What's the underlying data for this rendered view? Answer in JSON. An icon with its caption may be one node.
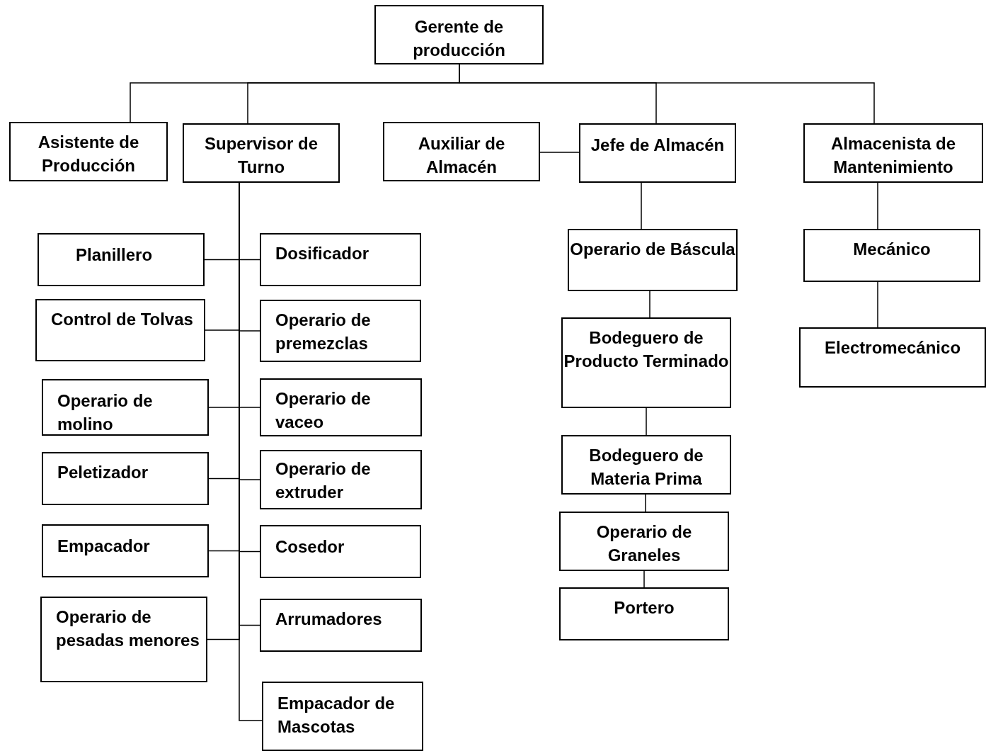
{
  "diagram": {
    "nodes": [
      {
        "text": [
          "Gerente de producción"
        ]
      },
      {
        "text": [
          "Asistente de Producción"
        ]
      },
      {
        "text": [
          "Supervisor de Turno"
        ]
      },
      {
        "text": [
          "Auxiliar de Almacén"
        ]
      },
      {
        "text": [
          "Jefe de Almacén"
        ]
      },
      {
        "text": [
          "Almacenista de Mantenimiento"
        ]
      },
      {
        "text": [
          "Planillero"
        ]
      },
      {
        "text": [
          "Dosificador"
        ]
      },
      {
        "text": [
          "Control de Tolvas"
        ]
      },
      {
        "text": [
          "Operario de premezclas"
        ]
      },
      {
        "text": [
          "Operario de molino"
        ]
      },
      {
        "text": [
          "Operario de vaceo"
        ]
      },
      {
        "text": [
          "Peletizador"
        ]
      },
      {
        "text": [
          "Operario de extruder"
        ]
      },
      {
        "text": [
          "Empacador"
        ]
      },
      {
        "text": [
          "Cosedor"
        ]
      },
      {
        "text": [
          "Operario de pesadas menores"
        ]
      },
      {
        "text": [
          "Arrumadores"
        ]
      },
      {
        "text": [
          "Empacador de Mascotas"
        ]
      },
      {
        "text": [
          "Operario de Báscula"
        ]
      },
      {
        "text": [
          "Bodeguero de Producto Terminado"
        ]
      },
      {
        "text": [
          "Bodeguero de Materia Prima"
        ]
      },
      {
        "text": [
          "Operario de Graneles"
        ]
      },
      {
        "text": [
          "Portero"
        ]
      },
      {
        "text": [
          "Mecánico"
        ]
      },
      {
        "text": [
          "Electromecánico"
        ]
      }
    ],
    "edges": [
      {
        "from": 0,
        "to": 1,
        "arrow": "none"
      },
      {
        "from": 0,
        "to": 2,
        "arrow": "none"
      },
      {
        "from": 0,
        "to": 4,
        "arrow": "none"
      },
      {
        "from": 0,
        "to": 5,
        "arrow": "none"
      },
      {
        "from": 4,
        "to": 3,
        "arrow": "none"
      },
      {
        "from": 2,
        "to": 6,
        "arrow": "none"
      },
      {
        "from": 2,
        "to": 7,
        "arrow": "none"
      },
      {
        "from": 2,
        "to": 8,
        "arrow": "none"
      },
      {
        "from": 2,
        "to": 9,
        "arrow": "none"
      },
      {
        "from": 2,
        "to": 10,
        "arrow": "none"
      },
      {
        "from": 2,
        "to": 11,
        "arrow": "none"
      },
      {
        "from": 2,
        "to": 12,
        "arrow": "none"
      },
      {
        "from": 2,
        "to": 13,
        "arrow": "none"
      },
      {
        "from": 2,
        "to": 14,
        "arrow": "none"
      },
      {
        "from": 2,
        "to": 15,
        "arrow": "none"
      },
      {
        "from": 2,
        "to": 16,
        "arrow": "none"
      },
      {
        "from": 2,
        "to": 17,
        "arrow": "none"
      },
      {
        "from": 2,
        "to": 18,
        "arrow": "none"
      },
      {
        "from": 4,
        "to": 19,
        "arrow": "none"
      },
      {
        "from": 19,
        "to": 20,
        "arrow": "none"
      },
      {
        "from": 20,
        "to": 21,
        "arrow": "none"
      },
      {
        "from": 21,
        "to": 22,
        "arrow": "none"
      },
      {
        "from": 22,
        "to": 23,
        "arrow": "none"
      },
      {
        "from": 5,
        "to": 24,
        "arrow": "none"
      },
      {
        "from": 24,
        "to": 25,
        "arrow": "none"
      }
    ]
  }
}
